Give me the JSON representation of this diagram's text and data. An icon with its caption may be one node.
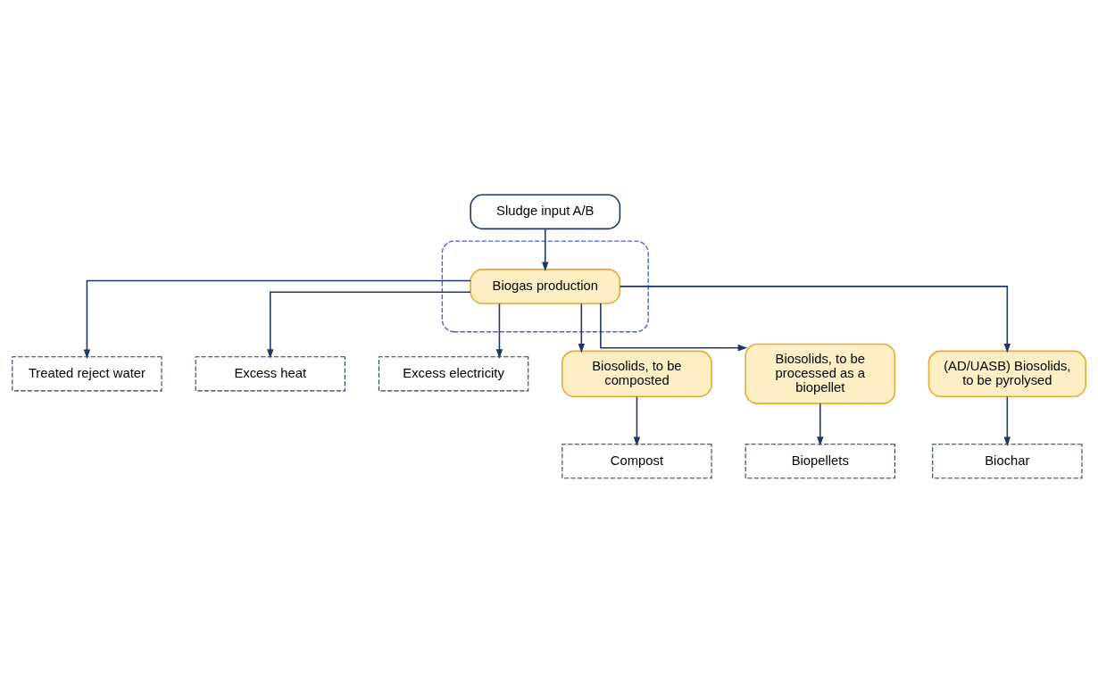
{
  "diagram": {
    "nodes": [
      {
        "text": [
          "Sludge input A/B"
        ]
      },
      {
        "text": [],
        "shape": "box"
      },
      {
        "text": [
          "Biogas production"
        ],
        "in": 1
      },
      {
        "text": [
          "Treated reject water"
        ]
      },
      {
        "text": [
          "Excess heat"
        ]
      },
      {
        "text": [
          "Excess electricity"
        ]
      },
      {
        "text": [
          "Biosolids, to be composted"
        ]
      },
      {
        "text": [
          "Biosolids, to be processed as a biopellet"
        ]
      },
      {
        "text": [
          "(AD/UASB) Biosolids, to be pyrolysed"
        ]
      },
      {
        "text": [
          "Compost"
        ]
      },
      {
        "text": [
          "Biopellets"
        ]
      },
      {
        "text": [
          "Biochar"
        ]
      }
    ],
    "edges": [
      {
        "from": 0,
        "to": 2,
        "arrow": "to"
      },
      {
        "from": 2,
        "to": 3,
        "arrow": "to"
      },
      {
        "from": 2,
        "to": 4,
        "arrow": "to"
      },
      {
        "from": 2,
        "to": 5,
        "arrow": "to"
      },
      {
        "from": 2,
        "to": 6,
        "arrow": "to"
      },
      {
        "from": 2,
        "to": 7,
        "arrow": "to"
      },
      {
        "from": 2,
        "to": 8,
        "arrow": "to"
      },
      {
        "from": 6,
        "to": 9,
        "arrow": "to"
      },
      {
        "from": 7,
        "to": 10,
        "arrow": "to"
      },
      {
        "from": 8,
        "to": 11,
        "arrow": "to"
      }
    ]
  }
}
